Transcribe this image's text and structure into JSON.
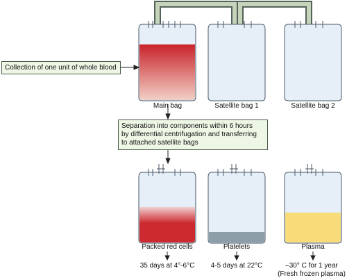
{
  "labels": {
    "collection": "Collection of one unit of whole blood",
    "main_bag": "Main bag",
    "satellite_bag_1": "Satellite bag 1",
    "satellite_bag_2": "Satellite bag 2",
    "separation_line1": "Separation into components within 6 hours",
    "separation_line2": "by differential centrifugation and transferring",
    "separation_line3": "to attached satellite bags",
    "packed_red_cells": "Packed red cells",
    "platelets": "Platelets",
    "plasma": "Plasma",
    "red_cells_storage": "35 days at 4°-6°C",
    "platelets_storage": "4-5 days at 22°C",
    "plasma_storage_line1": "–30° C for 1 year",
    "plasma_storage_line2": "(Fresh frozen plasma)"
  },
  "colors": {
    "whole_blood": "#c8242a",
    "packed_red_cells": "#cc2a2e",
    "platelets": "#8e9ea8",
    "plasma": "#f8dc7a",
    "bag_fill": "#e6eff8",
    "bag_outline": "#4a5a6a",
    "tubing": "#c5d4bb",
    "box_fill": "#eef7e6"
  }
}
